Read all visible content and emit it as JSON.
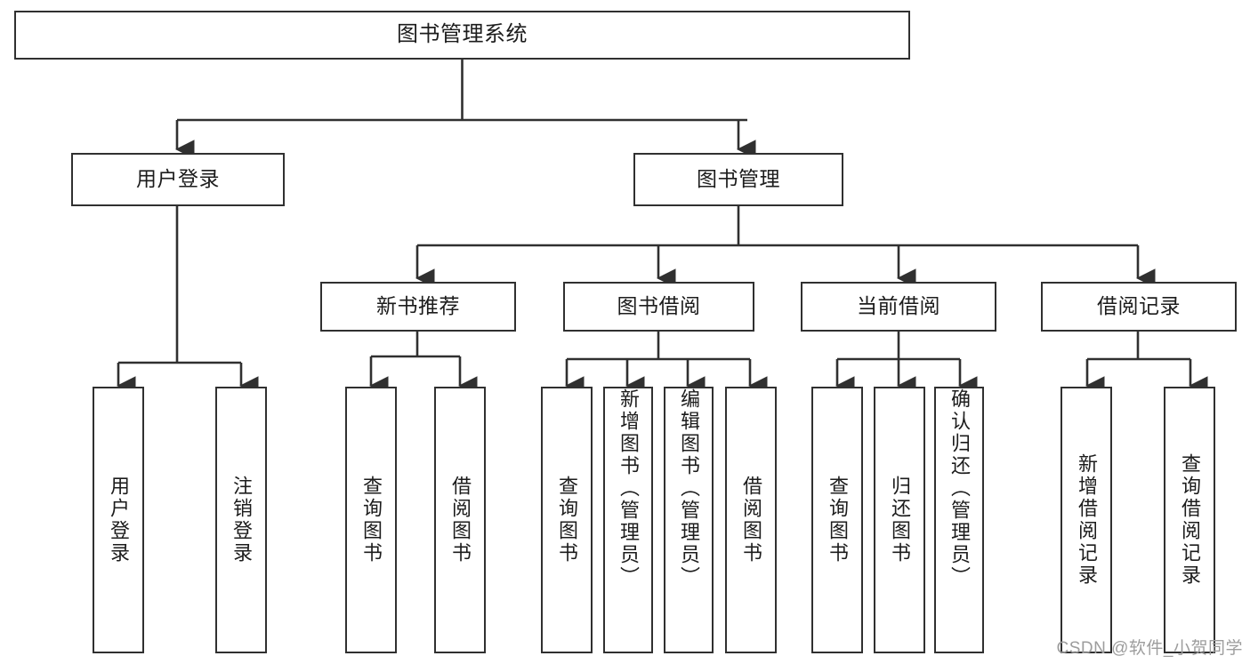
{
  "diagram": {
    "title": "图书管理系统",
    "type": "tree-hierarchy",
    "watermark": "CSDN @软件_小贺同学",
    "colors": {
      "background": "#ffffff",
      "node_border": "#303030",
      "node_fill": "#ffffff",
      "edge": "#303030",
      "text": "#1c1c1c",
      "watermark": "#9d9d9d"
    },
    "root": {
      "label": "图书管理系统"
    },
    "level2": [
      {
        "label": "用户登录"
      },
      {
        "label": "图书管理"
      }
    ],
    "level3": [
      {
        "label": "新书推荐"
      },
      {
        "label": "图书借阅"
      },
      {
        "label": "当前借阅"
      },
      {
        "label": "借阅记录"
      }
    ],
    "leaves": {
      "user_login": [
        {
          "label": "用户登录"
        },
        {
          "label": "注销登录"
        }
      ],
      "new_book_rec": [
        {
          "label": "查询图书"
        },
        {
          "label": "借阅图书"
        }
      ],
      "book_borrow": [
        {
          "label": "查询图书"
        },
        {
          "label": "新增图书（管理员）"
        },
        {
          "label": "编辑图书（管理员）"
        },
        {
          "label": "借阅图书"
        }
      ],
      "current_borrow": [
        {
          "label": "查询图书"
        },
        {
          "label": "归还图书"
        },
        {
          "label": "确认归还（管理员）"
        }
      ],
      "borrow_record": [
        {
          "label": "新增借阅记录"
        },
        {
          "label": "查询借阅记录"
        }
      ]
    }
  }
}
